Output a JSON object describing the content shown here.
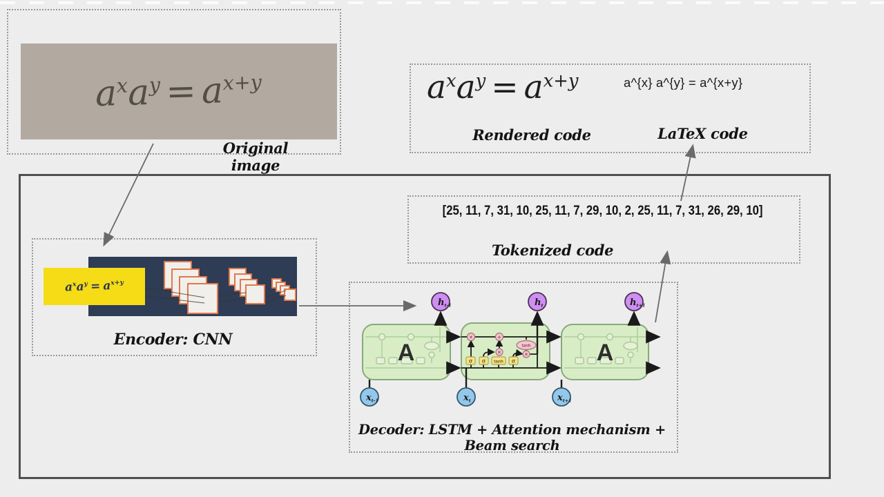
{
  "colors": {
    "background": "#ededed",
    "navy": "#2e3c55",
    "yellow": "#f5dc17",
    "orange_border": "#e0784a",
    "green_fill": "#d8edc6",
    "green_border": "#88a97a",
    "purple_node": "#cf8ef2",
    "blue_node": "#93c8eb",
    "gate_yellow": "#f5e48d",
    "op_pink": "#f3c7d0"
  },
  "original": {
    "f_base1": "a",
    "f_sup1": "x",
    "f_base2": "a",
    "f_sup2": "y",
    "f_eq": "=",
    "f_base3": "a",
    "f_sup3": "x+y",
    "caption": "Original image"
  },
  "rendered": {
    "f_base1": "a",
    "f_sup1": "x",
    "f_base2": "a",
    "f_sup2": "y",
    "f_eq": "=",
    "f_base3": "a",
    "f_sup3": "x+y",
    "latex_code": "a^{x} a^{y} = a^{x+y}",
    "caption_rendered": "Rendered code",
    "caption_latex": "LaTeX code"
  },
  "tokenized": {
    "tokens": "[25, 11, 7, 31, 10, 25, 11, 7, 29, 10, 2, 25, 11, 7, 31, 26, 29, 10]",
    "caption": "Tokenized code"
  },
  "encoder": {
    "f_base1": "a",
    "f_sup1": "x",
    "f_base2": "a",
    "f_sup2": "y",
    "f_eq": "=",
    "f_base3": "a",
    "f_sup3": "x+y",
    "caption": "Encoder: CNN"
  },
  "decoder": {
    "caption": "Decoder: LSTM + Attention mechanism + Beam search",
    "cell_label": "A",
    "h_labels": [
      {
        "base": "h",
        "sub": "t-1"
      },
      {
        "base": "h",
        "sub": "t"
      },
      {
        "base": "h",
        "sub": "t+1"
      }
    ],
    "x_labels": [
      {
        "base": "x",
        "sub": "t-1"
      },
      {
        "base": "x",
        "sub": "t"
      },
      {
        "base": "x",
        "sub": "t+1"
      }
    ],
    "gates": [
      "σ",
      "σ",
      "tanh",
      "σ"
    ],
    "op_times": "×",
    "op_plus": "+",
    "op_tanh": "tanh"
  }
}
